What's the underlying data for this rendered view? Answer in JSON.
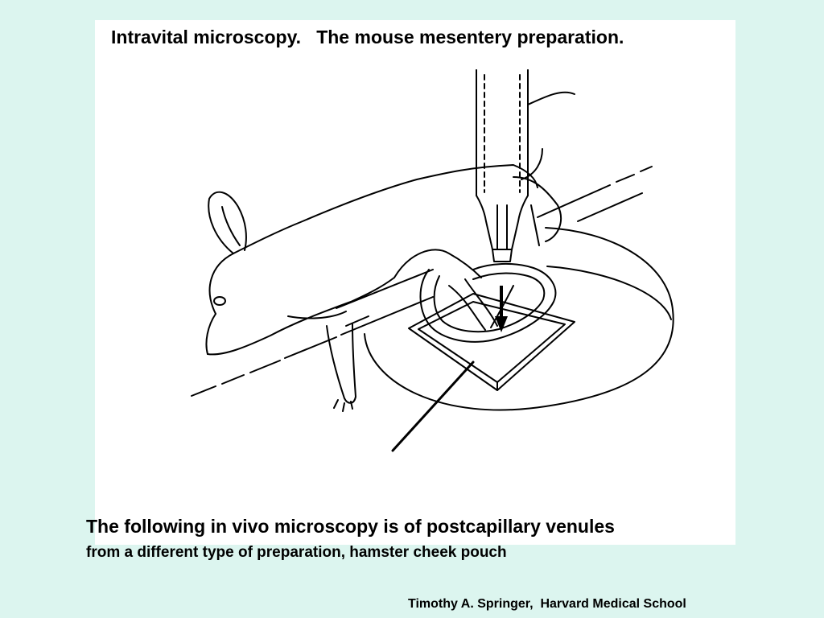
{
  "slide": {
    "title": "Intravital microscopy.   The mouse mesentery preparation.",
    "caption_line1": "The following in vivo microscopy is of postcapillary venules",
    "caption_line2": "from a different type of preparation, hamster cheek pouch",
    "credit": "Timothy A. Springer,  Harvard Medical School"
  },
  "colors": {
    "background": "#dcf5ef",
    "panel": "#ffffff",
    "ink": "#000000"
  }
}
